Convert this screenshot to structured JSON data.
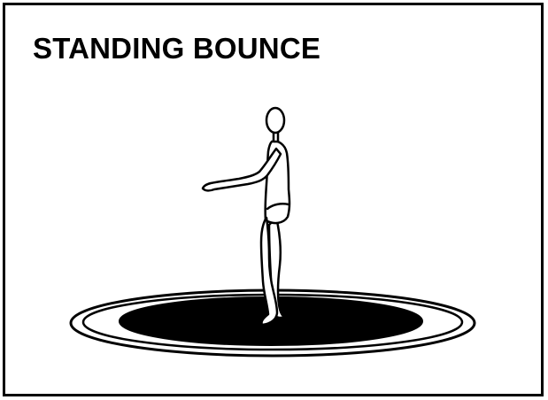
{
  "title": "STANDING BOUNCE",
  "colors": {
    "ink": "#000000",
    "paper": "#ffffff"
  },
  "illustration": {
    "subject": "figure-standing-on-trampoline",
    "trampoline": "round-trampoline"
  }
}
